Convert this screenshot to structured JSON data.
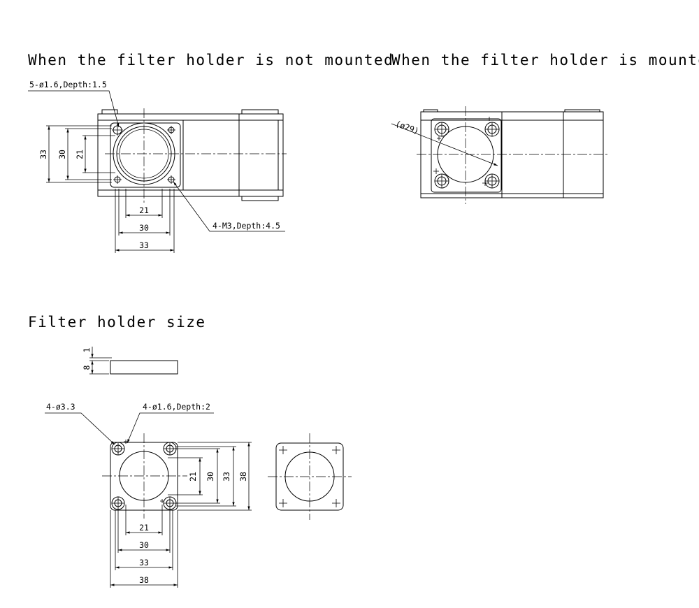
{
  "titles": {
    "not_mounted": "When the filter holder is not mounted",
    "mounted": "When the filter holder is mounted",
    "holder_size": "Filter holder size"
  },
  "callouts": {
    "holes_5": "5-ø1.6,Depth:1.5",
    "m3_4": "4-M3,Depth:4.5",
    "dia_29": "(ø29)",
    "dia_3_3": "4-ø3.3",
    "holes_4": "4-ø1.6,Depth:2"
  },
  "dims": {
    "unmounted_v": [
      "33",
      "30",
      "21"
    ],
    "unmounted_h": [
      "21",
      "30",
      "33"
    ],
    "side_view": [
      "1",
      "8"
    ],
    "holder_v": [
      "21",
      "30",
      "33",
      "38"
    ],
    "holder_h": [
      "21",
      "30",
      "33",
      "38"
    ]
  }
}
